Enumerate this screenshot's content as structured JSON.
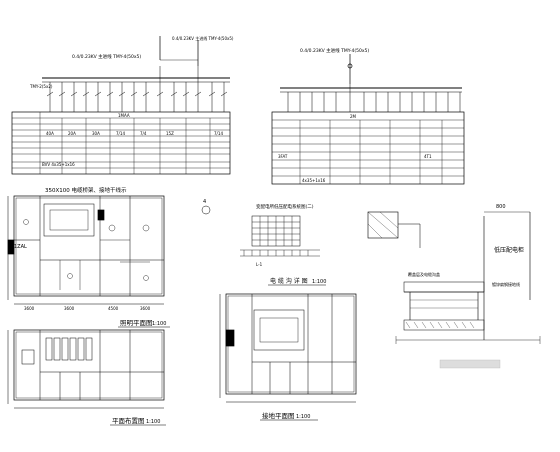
{
  "bus_label_left": "0.4/0.23KV 主进线 TMY-4(50x5)",
  "bus_label_right": "0.4/0.23KV 主进线 TMY-4(50x5)",
  "bus_label_left2": "0.4/0.23KV 主进线 TMY-4(50x5)",
  "tmy_label": "TMY-2(5x2)",
  "table_left_cells": [
    "1MAA",
    "40A",
    "20A",
    "30A",
    "7/14",
    "7/4",
    "15Z",
    "7/14"
  ],
  "table_right_cells": [
    "2M",
    "3FAT",
    "4T1",
    "4x35+1x16"
  ],
  "cable_label_left": "BVV 4x35+1x16",
  "title_section_top": "350X100 电缆桥架、接地干线示",
  "title_lighting": "照明平面图",
  "scale_lighting": "1:100",
  "title_layout": "平面布置图",
  "scale_layout": "1:100",
  "title_cable": "电  缆  沟  详  图",
  "scale_cable": "1:100",
  "title_grounding": "接地平面图",
  "scale_grounding": "1:100",
  "title_system2": "变配电所低压配电系统图(二)",
  "title_lv_cabinet": "低压配电柜",
  "label_cable_trench": "覆盖层及电缆沟盖",
  "label_steel": "镀锌扁钢接地线",
  "label_12al": "1ZAL",
  "label_4": "4",
  "dim_labels": [
    "3600",
    "3600",
    "4500",
    "3600"
  ],
  "label_800": "800",
  "label_l1": "L-1"
}
